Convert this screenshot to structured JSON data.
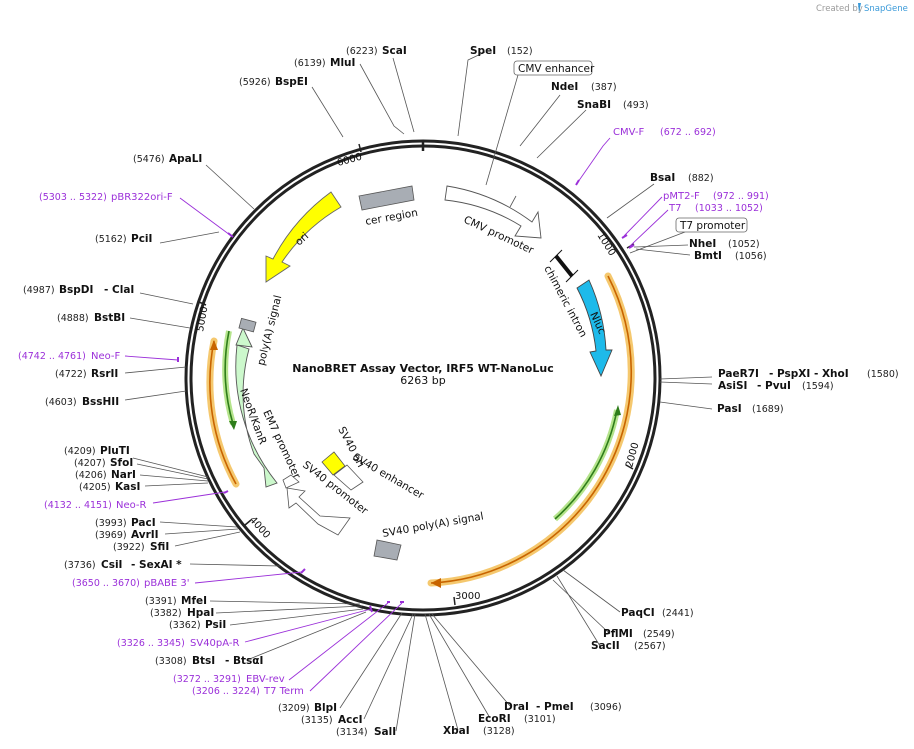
{
  "credit": {
    "created_by": "Created by",
    "brand": "SnapGene"
  },
  "title": "NanoBRET Assay Vector, IRF5 WT-NanoLuc",
  "size": "6263 bp",
  "ticks": [
    "1000",
    "2000",
    "3000",
    "4000",
    "5000",
    "6000"
  ],
  "features": {
    "cmv_enhancer": "CMV enhancer",
    "cmv_promoter": "CMV promoter",
    "chimeric_intron": "chimeric intron",
    "nluc": "Nluc",
    "t7_promoter": "T7 promoter",
    "cer_region": "cer region",
    "ori": "ori",
    "polya_signal": "poly(A) signal",
    "neor_kanr": "NeoR/KanR",
    "em7_promoter": "EM7 promoter",
    "sv40_ori": "SV40 ori",
    "sv40_enhancer": "SV40 enhancer",
    "sv40_promoter": "SV40 promoter",
    "sv40_polya": "SV40 poly(A) signal"
  },
  "enzymes": {
    "scai": {
      "name": "ScaI",
      "pos": "(6223)"
    },
    "mlui": {
      "name": "MluI",
      "pos": "(6139)"
    },
    "bspei": {
      "name": "BspEI",
      "pos": "(5926)"
    },
    "apali": {
      "name": "ApaLI",
      "pos": "(5476)"
    },
    "pcii": {
      "name": "PciI",
      "pos": "(5162)"
    },
    "bspdi": {
      "name": "BspDI",
      "pos": "(4987)",
      "iso": "- ClaI"
    },
    "bstbi": {
      "name": "BstBI",
      "pos": "(4888)"
    },
    "rsrii": {
      "name": "RsrII",
      "pos": "(4722)"
    },
    "bsshii": {
      "name": "BssHII",
      "pos": "(4603)"
    },
    "pluti": {
      "name": "PluTI",
      "pos": "(4209)"
    },
    "sfoi": {
      "name": "SfoI",
      "pos": "(4207)"
    },
    "nari": {
      "name": "NarI",
      "pos": "(4206)"
    },
    "kasi": {
      "name": "KasI",
      "pos": "(4205)"
    },
    "paci": {
      "name": "PacI",
      "pos": "(3993)"
    },
    "avrii": {
      "name": "AvrII",
      "pos": "(3969)"
    },
    "sfii": {
      "name": "SfiI",
      "pos": "(3922)"
    },
    "csii": {
      "name": "CsiI",
      "pos": "(3736)",
      "iso": "- SexAI *"
    },
    "mfei": {
      "name": "MfeI",
      "pos": "(3391)"
    },
    "hpai": {
      "name": "HpaI",
      "pos": "(3382)"
    },
    "psii": {
      "name": "PsiI",
      "pos": "(3362)"
    },
    "btsi": {
      "name": "BtsI",
      "pos": "(3308)",
      "iso": "- BtsαI"
    },
    "blpi": {
      "name": "BlpI",
      "pos": "(3209)"
    },
    "acci": {
      "name": "AccI",
      "pos": "(3135)"
    },
    "sali": {
      "name": "SalI",
      "pos": "(3134)"
    },
    "xbai": {
      "name": "XbaI",
      "pos": "(3128)"
    },
    "ecori": {
      "name": "EcoRI",
      "pos": "(3101)"
    },
    "drai": {
      "name": "DraI",
      "pos": "(3096)",
      "iso": "- PmeI"
    },
    "sacii": {
      "name": "SacII",
      "pos": "(2567)"
    },
    "pflmi": {
      "name": "PflMI",
      "pos": "(2549)"
    },
    "paqci": {
      "name": "PaqCI",
      "pos": "(2441)"
    },
    "pasi": {
      "name": "PasI",
      "pos": "(1689)"
    },
    "asisi": {
      "name": "AsiSI",
      "pos": "(1594)",
      "iso": "- PvuI"
    },
    "paer7i": {
      "name": "PaeR7I",
      "pos": "(1580)",
      "iso": "- PspXI - XhoI"
    },
    "bmti": {
      "name": "BmtI",
      "pos": "(1056)"
    },
    "nhei": {
      "name": "NheI",
      "pos": "(1052)"
    },
    "bsai": {
      "name": "BsaI",
      "pos": "(882)"
    },
    "snabi": {
      "name": "SnaBI",
      "pos": "(493)"
    },
    "ndei": {
      "name": "NdeI",
      "pos": "(387)"
    },
    "spei": {
      "name": "SpeI",
      "pos": "(152)"
    }
  },
  "primers": {
    "cmvf": {
      "name": "CMV-F",
      "range": "(672 .. 692)"
    },
    "pmt2f": {
      "name": "pMT2-F",
      "range": "(972 .. 991)"
    },
    "t7": {
      "name": "T7",
      "range": "(1033 .. 1052)"
    },
    "pbr322orif": {
      "name": "pBR322ori-F",
      "range": "(5303 .. 5322)"
    },
    "neof": {
      "name": "Neo-F",
      "range": "(4742 .. 4761)"
    },
    "neor": {
      "name": "Neo-R",
      "range": "(4132 .. 4151)"
    },
    "pbabe3": {
      "name": "pBABE 3'",
      "range": "(3650 .. 3670)"
    },
    "sv40par": {
      "name": "SV40pA-R",
      "range": "(3326 .. 3345)"
    },
    "ebvrev": {
      "name": "EBV-rev",
      "range": "(3272 .. 3291)"
    },
    "t7term": {
      "name": "T7 Term",
      "range": "(3206 .. 3224)"
    }
  }
}
